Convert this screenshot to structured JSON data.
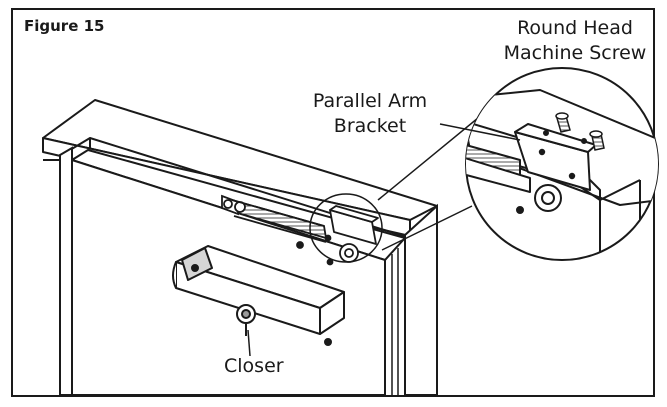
{
  "figure": {
    "title": "Figure 15"
  },
  "callouts": {
    "screw": {
      "line1": "Round Head",
      "line2": "Machine Screw"
    },
    "bracket": {
      "line1": "Parallel Arm",
      "line2": "Bracket"
    },
    "closer": "Closer"
  },
  "colors": {
    "ink": "#1a1a1a",
    "shade": "#9a9a9a",
    "light_shade": "#d6d6d6",
    "paper": "#ffffff"
  }
}
